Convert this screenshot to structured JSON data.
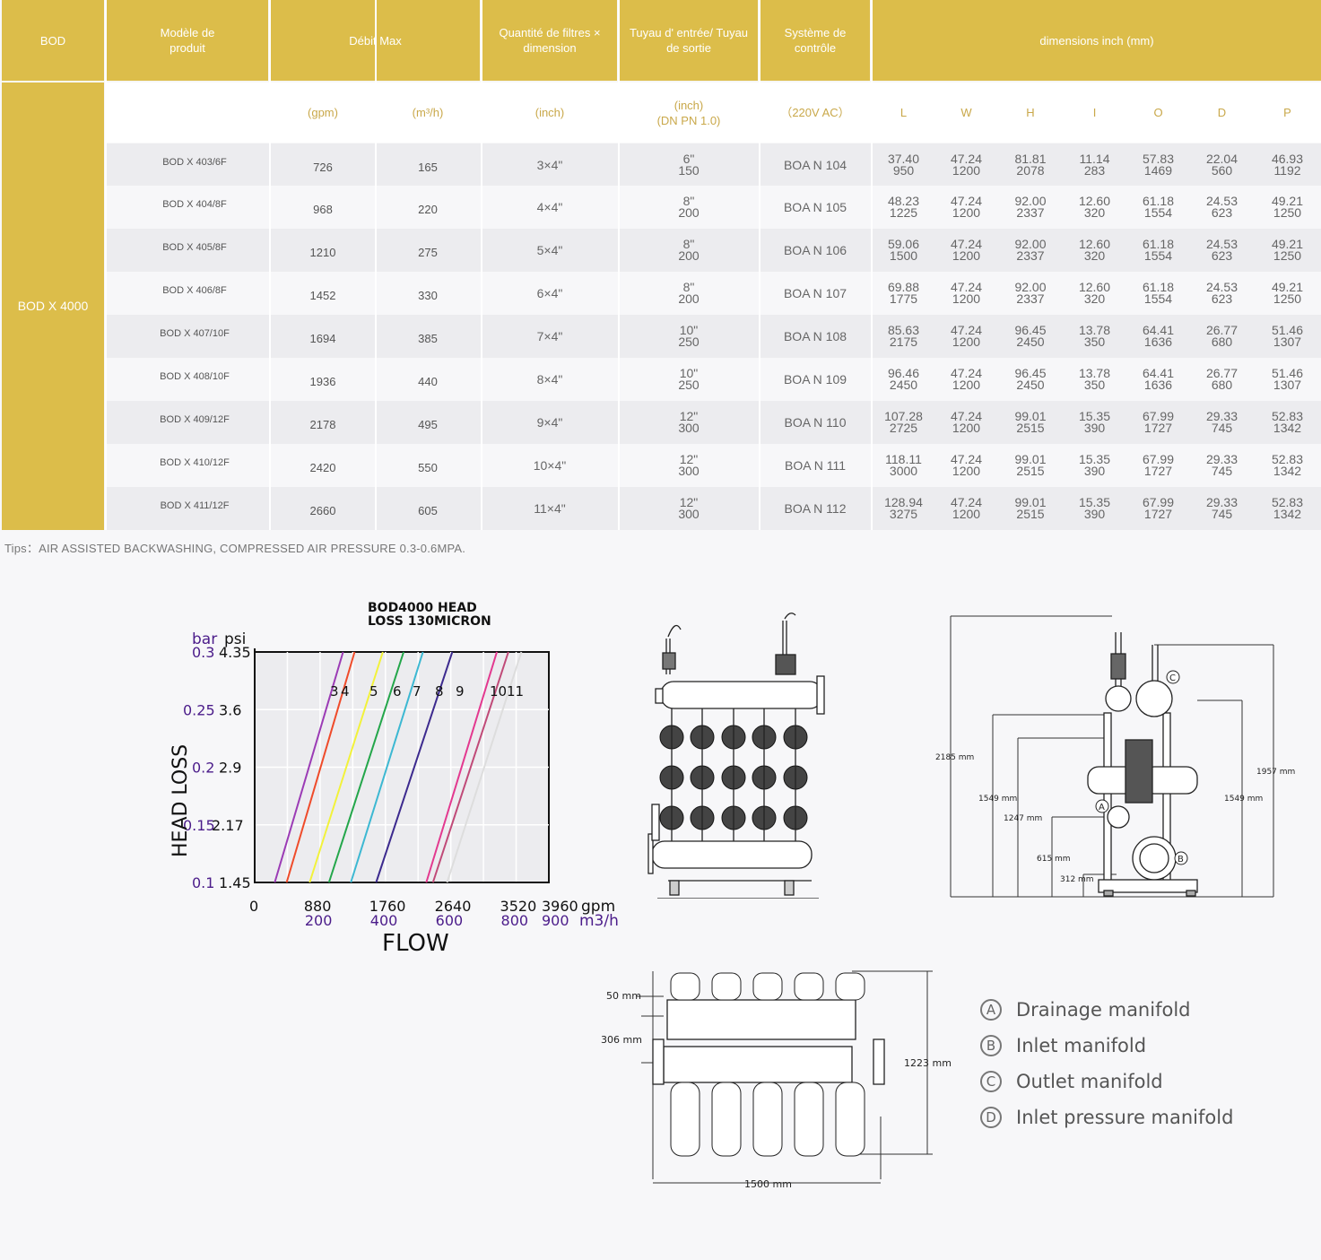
{
  "header": {
    "bod": "BOD",
    "model": "Modèle de produit",
    "debit": "Débit Max",
    "quantite": "Quantité de filtres × dimension",
    "tuyau": "Tuyau d' entrée/ Tuyau de sortie",
    "systeme": "Système de contrôle",
    "dimensions": "dimensions inch  (mm)"
  },
  "units": {
    "gpm": "(gpm)",
    "m3h": "(m³/h)",
    "inch": "(inch)",
    "pipe_inch": "(inch)",
    "pipe_dn": "(DN PN 1.0)",
    "volt": "（220V AC）",
    "dims": [
      "L",
      "W",
      "H",
      "I",
      "O",
      "D",
      "P"
    ]
  },
  "series_label": "BOD X 4000",
  "rows": [
    {
      "model": "BOD X 403/6F",
      "gpm": "726",
      "m3h": "165",
      "qty": "3×4\"",
      "pipe_in": "6\"",
      "pipe_mm": "150",
      "ctrl": "BOA N 104",
      "dims": [
        [
          "37.40",
          "950"
        ],
        [
          "47.24",
          "1200"
        ],
        [
          "81.81",
          "2078"
        ],
        [
          "11.14",
          "283"
        ],
        [
          "57.83",
          "1469"
        ],
        [
          "22.04",
          "560"
        ],
        [
          "46.93",
          "1192"
        ]
      ]
    },
    {
      "model": "BOD X 404/8F",
      "gpm": "968",
      "m3h": "220",
      "qty": "4×4\"",
      "pipe_in": "8\"",
      "pipe_mm": "200",
      "ctrl": "BOA N 105",
      "dims": [
        [
          "48.23",
          "1225"
        ],
        [
          "47.24",
          "1200"
        ],
        [
          "92.00",
          "2337"
        ],
        [
          "12.60",
          "320"
        ],
        [
          "61.18",
          "1554"
        ],
        [
          "24.53",
          "623"
        ],
        [
          "49.21",
          "1250"
        ]
      ]
    },
    {
      "model": "BOD X 405/8F",
      "gpm": "1210",
      "m3h": "275",
      "qty": "5×4\"",
      "pipe_in": "8\"",
      "pipe_mm": "200",
      "ctrl": "BOA N 106",
      "dims": [
        [
          "59.06",
          "1500"
        ],
        [
          "47.24",
          "1200"
        ],
        [
          "92.00",
          "2337"
        ],
        [
          "12.60",
          "320"
        ],
        [
          "61.18",
          "1554"
        ],
        [
          "24.53",
          "623"
        ],
        [
          "49.21",
          "1250"
        ]
      ]
    },
    {
      "model": "BOD X 406/8F",
      "gpm": "1452",
      "m3h": "330",
      "qty": "6×4\"",
      "pipe_in": "8\"",
      "pipe_mm": "200",
      "ctrl": "BOA N 107",
      "dims": [
        [
          "69.88",
          "1775"
        ],
        [
          "47.24",
          "1200"
        ],
        [
          "92.00",
          "2337"
        ],
        [
          "12.60",
          "320"
        ],
        [
          "61.18",
          "1554"
        ],
        [
          "24.53",
          "623"
        ],
        [
          "49.21",
          "1250"
        ]
      ]
    },
    {
      "model": "BOD X 407/10F",
      "gpm": "1694",
      "m3h": "385",
      "qty": "7×4\"",
      "pipe_in": "10\"",
      "pipe_mm": "250",
      "ctrl": "BOA N 108",
      "dims": [
        [
          "85.63",
          "2175"
        ],
        [
          "47.24",
          "1200"
        ],
        [
          "96.45",
          "2450"
        ],
        [
          "13.78",
          "350"
        ],
        [
          "64.41",
          "1636"
        ],
        [
          "26.77",
          "680"
        ],
        [
          "51.46",
          "1307"
        ]
      ]
    },
    {
      "model": "BOD X 408/10F",
      "gpm": "1936",
      "m3h": "440",
      "qty": "8×4\"",
      "pipe_in": "10\"",
      "pipe_mm": "250",
      "ctrl": "BOA N 109",
      "dims": [
        [
          "96.46",
          "2450"
        ],
        [
          "47.24",
          "1200"
        ],
        [
          "96.45",
          "2450"
        ],
        [
          "13.78",
          "350"
        ],
        [
          "64.41",
          "1636"
        ],
        [
          "26.77",
          "680"
        ],
        [
          "51.46",
          "1307"
        ]
      ]
    },
    {
      "model": "BOD X 409/12F",
      "gpm": "2178",
      "m3h": "495",
      "qty": "9×4\"",
      "pipe_in": "12\"",
      "pipe_mm": "300",
      "ctrl": "BOA N 110",
      "dims": [
        [
          "107.28",
          "2725"
        ],
        [
          "47.24",
          "1200"
        ],
        [
          "99.01",
          "2515"
        ],
        [
          "15.35",
          "390"
        ],
        [
          "67.99",
          "1727"
        ],
        [
          "29.33",
          "745"
        ],
        [
          "52.83",
          "1342"
        ]
      ]
    },
    {
      "model": "BOD X 410/12F",
      "gpm": "2420",
      "m3h": "550",
      "qty": "10×4\"",
      "pipe_in": "12\"",
      "pipe_mm": "300",
      "ctrl": "BOA N 111",
      "dims": [
        [
          "118.11",
          "3000"
        ],
        [
          "47.24",
          "1200"
        ],
        [
          "99.01",
          "2515"
        ],
        [
          "15.35",
          "390"
        ],
        [
          "67.99",
          "1727"
        ],
        [
          "29.33",
          "745"
        ],
        [
          "52.83",
          "1342"
        ]
      ]
    },
    {
      "model": "BOD X 411/12F",
      "gpm": "2660",
      "m3h": "605",
      "qty": "11×4\"",
      "pipe_in": "12\"",
      "pipe_mm": "300",
      "ctrl": "BOA N 112",
      "dims": [
        [
          "128.94",
          "3275"
        ],
        [
          "47.24",
          "1200"
        ],
        [
          "99.01",
          "2515"
        ],
        [
          "15.35",
          "390"
        ],
        [
          "67.99",
          "1727"
        ],
        [
          "29.33",
          "745"
        ],
        [
          "52.83",
          "1342"
        ]
      ]
    }
  ],
  "tips": "Tips：AIR ASSISTED BACKWASHING, COMPRESSED AIR PRESSURE 0.3-0.6MPA.",
  "chart_data": {
    "type": "line",
    "title": "BOD4000 HEAD LOSS 130MICRON",
    "xlabel": "FLOW",
    "ylabel": "HEAD LOSS",
    "x_unit_primary": "gpm",
    "x_unit_secondary": "m3/h",
    "y_unit_primary": "bar",
    "y_unit_secondary": "psi",
    "x_ticks_gpm": [
      "0",
      "880",
      "1760",
      "2640",
      "3520",
      "3960"
    ],
    "x_ticks_m3h": [
      "200",
      "400",
      "600",
      "800",
      "900"
    ],
    "y_ticks_bar": [
      "0.1",
      "0.15",
      "0.2",
      "0.25",
      "0.3"
    ],
    "y_ticks_psi": [
      "1.45",
      "2.17",
      "2.9",
      "3.6",
      "4.35"
    ],
    "xlim_gpm": [
      0,
      3960
    ],
    "ylim_bar": [
      0.1,
      0.3
    ],
    "series_labels": [
      "3",
      "4",
      "5",
      "6",
      "7",
      "8",
      "9",
      "10",
      "11"
    ],
    "series": [
      {
        "name": "3",
        "color": "#9b3bb5",
        "x": [
          270,
          1190
        ],
        "y": [
          0.1,
          0.3
        ]
      },
      {
        "name": "4",
        "color": "#ef4b2a",
        "x": [
          430,
          1345
        ],
        "y": [
          0.1,
          0.3
        ]
      },
      {
        "name": "5",
        "color": "#f2f23a",
        "x": [
          740,
          1725
        ],
        "y": [
          0.1,
          0.3
        ]
      },
      {
        "name": "6",
        "color": "#23a64a",
        "x": [
          1000,
          2005
        ],
        "y": [
          0.1,
          0.3
        ]
      },
      {
        "name": "7",
        "color": "#3cb8d2",
        "x": [
          1295,
          2265
        ],
        "y": [
          0.1,
          0.3
        ]
      },
      {
        "name": "8",
        "color": "#3c2a8e",
        "x": [
          1635,
          2660
        ],
        "y": [
          0.1,
          0.3
        ]
      },
      {
        "name": "9",
        "color": "#e3398f",
        "x": [
          2310,
          3260
        ],
        "y": [
          0.1,
          0.3
        ]
      },
      {
        "name": "10",
        "color": "#c04a78",
        "x": [
          2400,
          3415
        ],
        "y": [
          0.1,
          0.3
        ]
      },
      {
        "name": "11",
        "color": "#dddddd",
        "x": [
          2590,
          3590
        ],
        "y": [
          0.1,
          0.3
        ]
      }
    ]
  },
  "diagram": {
    "dim_2185": "2185 mm",
    "dim_1549_left": "1549 mm",
    "dim_1247": "1247 mm",
    "dim_615": "615 mm",
    "dim_312": "312 mm",
    "dim_1957": "1957 mm",
    "dim_1549_right": "1549 mm",
    "dim_50": "50 mm",
    "dim_306": "306 mm",
    "dim_1223": "1223 mm",
    "dim_1500": "1500 mm",
    "marker_a": "A",
    "marker_b": "B",
    "marker_c": "C"
  },
  "legend": [
    {
      "letter": "A",
      "text": "Drainage manifold"
    },
    {
      "letter": "B",
      "text": "Inlet manifold"
    },
    {
      "letter": "C",
      "text": "Outlet manifold"
    },
    {
      "letter": "D",
      "text": "Inlet pressure manifold"
    }
  ]
}
